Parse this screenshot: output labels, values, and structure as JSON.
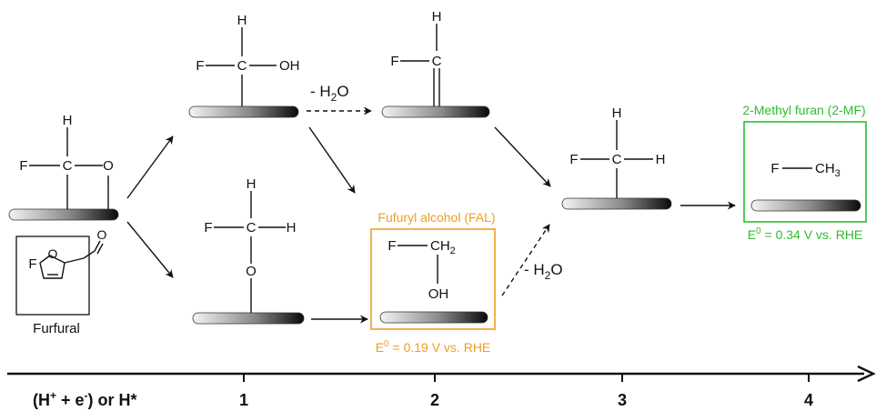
{
  "atoms": {
    "F": "F",
    "C": "C",
    "O": "O",
    "H": "H",
    "OH": "OH",
    "CH2": "CH",
    "CH2_sub": "2",
    "CH3": "CH",
    "CH3_sub": "3"
  },
  "labels": {
    "furfural": "Furfural",
    "fal": "Fufuryl alcohol (FAL)",
    "mf": "2-Methyl furan (2-MF)"
  },
  "water_loss": {
    "minus": "- H",
    "sub": "2",
    "o": "O"
  },
  "potentials": {
    "fal": {
      "e": "E",
      "sup": "0",
      "text": " = 0.19 V vs. RHE"
    },
    "mf": {
      "e": "E",
      "sup": "0",
      "text": " = 0.34 V vs. RHE"
    }
  },
  "axis": {
    "label_left": "(H",
    "label_sup1": "+",
    "label_mid": " + e",
    "label_sup2": "-",
    "label_right": ") or H*",
    "steps": [
      "1",
      "2",
      "3",
      "4"
    ]
  },
  "colors": {
    "fal": "#f39c1f",
    "mf": "#2ebd2e",
    "text": "#111111"
  }
}
